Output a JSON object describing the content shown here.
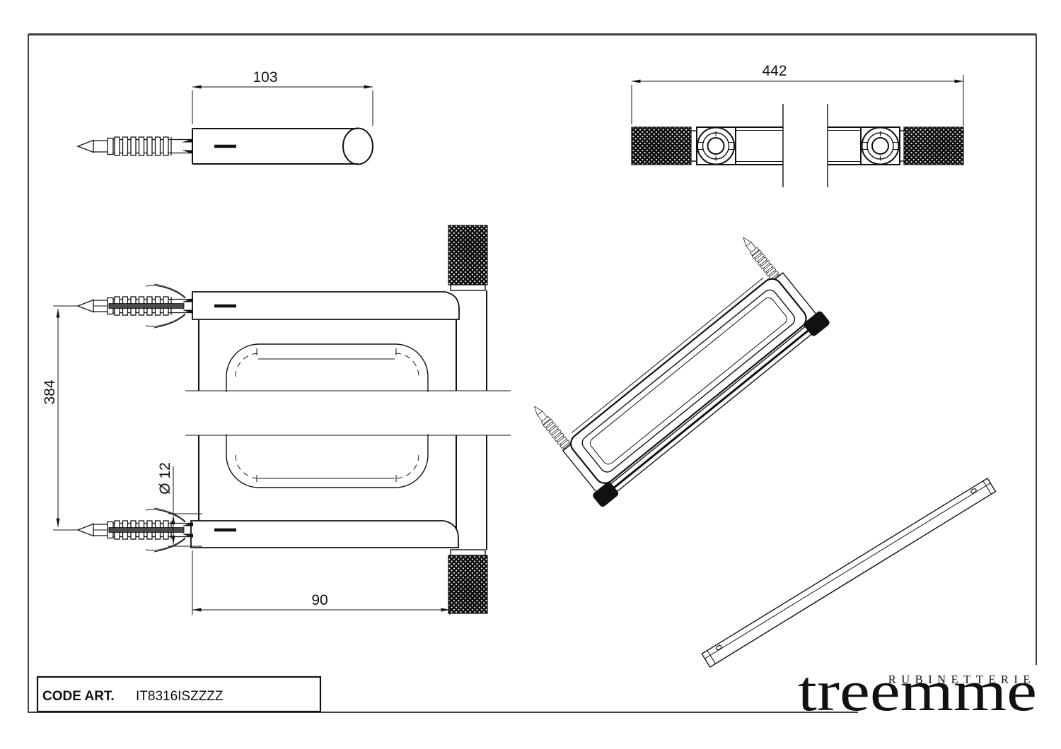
{
  "colors": {
    "background": "#ffffff",
    "line": "#111111",
    "knurl_fill": "#111111",
    "screw_core": "#4a4a4a",
    "logo_ink": "#151515"
  },
  "dimensions": {
    "side_view_length": "103",
    "front_view_width": "442",
    "plan_view_height": "384",
    "plan_view_depth": "90",
    "screw_diameter": "Ø 12"
  },
  "title_block": {
    "code_label": "CODE ART.",
    "code_value": "IT8316ISZZZZ"
  },
  "brand": {
    "tagline": "RUBINETTERIE",
    "name": "treemme"
  }
}
